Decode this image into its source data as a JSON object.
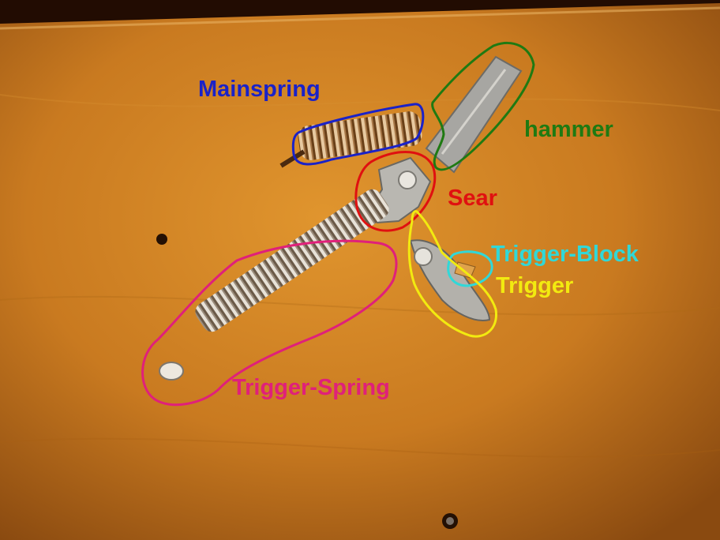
{
  "labels": {
    "mainspring": "Mainspring",
    "hammer": "hammer",
    "sear": "Sear",
    "trigger_block": "Trigger-Block",
    "trigger": "Trigger",
    "trigger_spring": "Trigger-Spring"
  },
  "colors": {
    "mainspring": "#1a22c8",
    "hammer": "#1f7a12",
    "sear": "#e01010",
    "trigger_block": "#30d8d8",
    "trigger": "#f2ea10",
    "trigger_spring": "#e0207a",
    "wood": "#c67a22"
  }
}
